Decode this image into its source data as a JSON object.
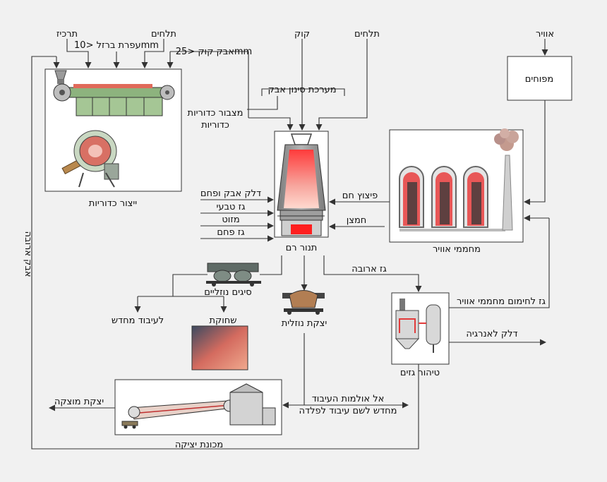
{
  "labels": {
    "concentrate": "תרכיז",
    "fluxes_left": "תלחים",
    "iron_ore": "עפרת ברזל <10mm",
    "coke_breeze": "אבק קוק <25mm",
    "coke": "קוק",
    "fluxes_top": "תלחים",
    "air": "אוויר",
    "blowers": "מפוחים",
    "dust_filter": "מערכת סינון אבק",
    "pellet_store_1": "מצבור כדוריות",
    "pellet_store_2": "כדוריות",
    "pellet_production": "ייצור כדוריות",
    "hot_blast": "פיצוץ חם",
    "oxygen": "חמצן",
    "coal_dust": "דלק אבק ופחם",
    "natural_gas": "גז טבעי",
    "fuel_oil": "מזוט",
    "coal_gas": "גז פחם",
    "blast_furnace": "תנור רם",
    "air_heaters": "מחממי אוויר",
    "flue_dust": "אבק ארובה",
    "flue_gas": "גז ארובה",
    "slag_ladles": "סיגים נוזליים",
    "to_recycle": "לעיבוד מחדש",
    "slag_crushing": "שחוקת",
    "liquid_iron": "יצקת נוזלית",
    "gas_for_heaters": "גז לחימום מחממי אוויר",
    "fuel_energy": "דלק לאנרגיה",
    "gas_cleaning": "טיהור גזים",
    "to_steel_1": "אל אולמות העיבוד",
    "to_steel_2": "מחדש לשם עיבוד לפלדה",
    "solid_iron": "יצקת מוצקה",
    "casting_machine": "מכונת יציקה"
  },
  "colors": {
    "background": "#f1f1f1",
    "line": "#333333",
    "hot": "#e23b3b",
    "refractory": "#6f6f6f",
    "machine": "#8db37e"
  }
}
